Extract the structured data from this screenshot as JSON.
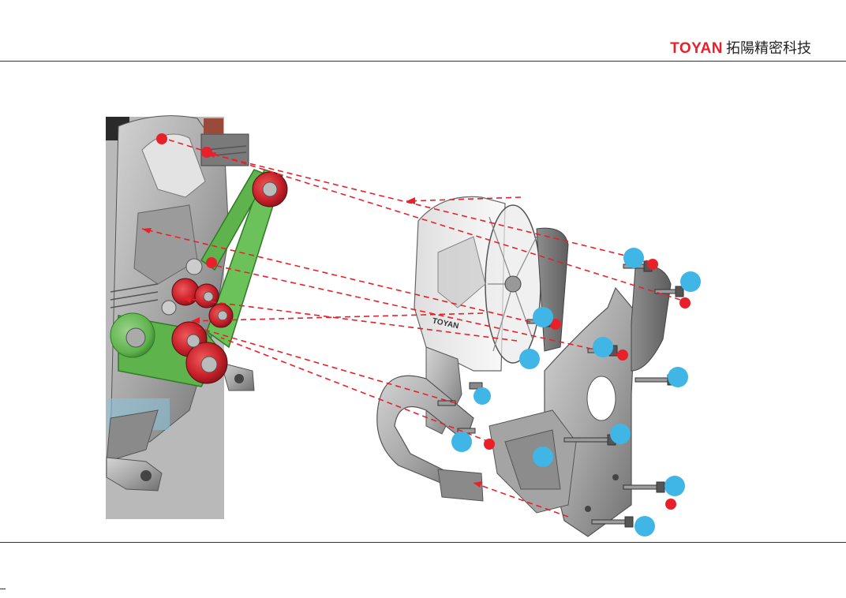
{
  "header": {
    "brand_mark": "TOYAN",
    "brand_name": "拓陽精密科技"
  },
  "diagram": {
    "engraved_text": "TOYAN",
    "colors": {
      "marker_red": "#e8202a",
      "marker_blue": "#3fb6e6",
      "belt_green": "#5fb34d",
      "pulley_red": "#c8202a",
      "metal_gray": "#9a9a9a"
    }
  }
}
